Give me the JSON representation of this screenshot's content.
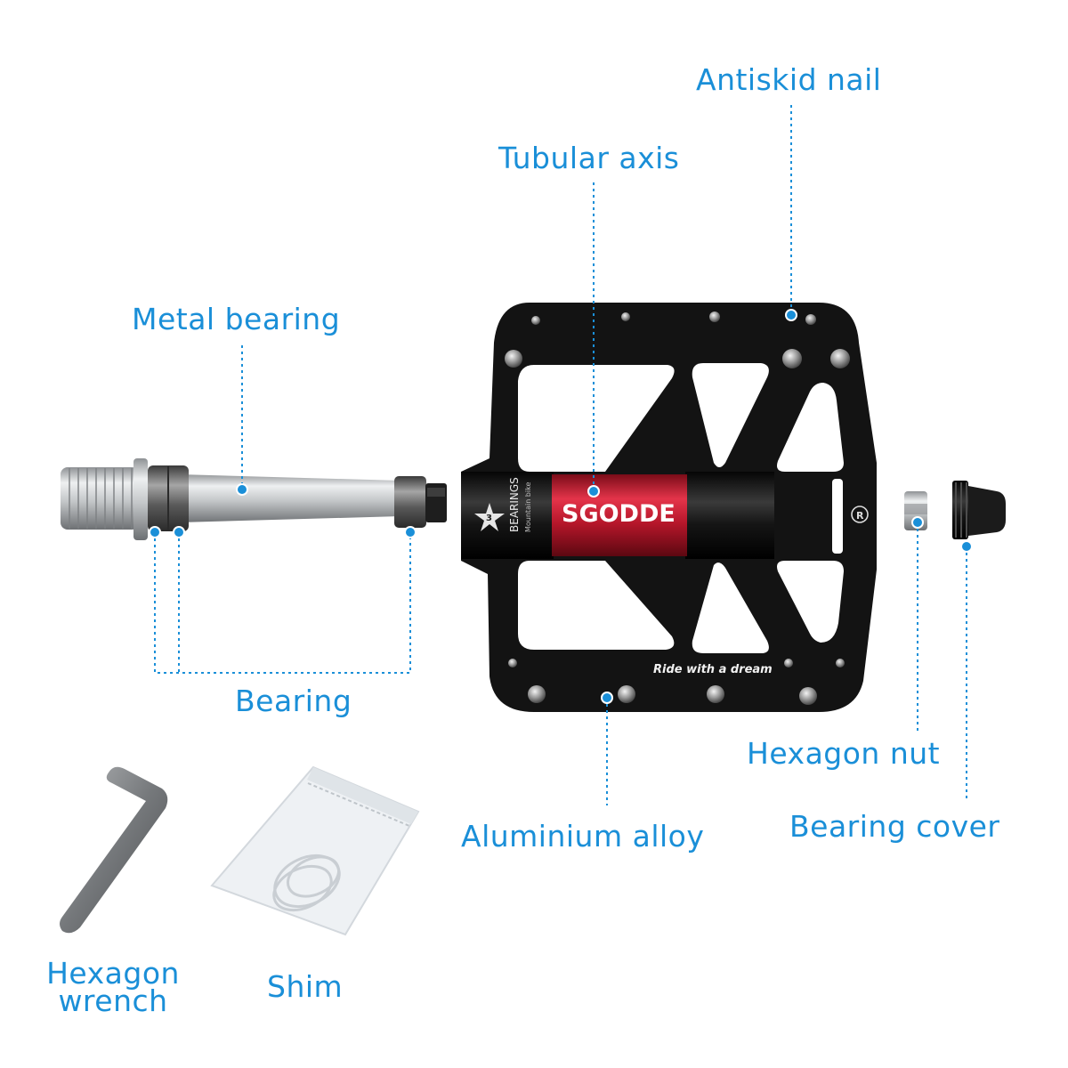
{
  "labels": {
    "antiskid_nail": "Antiskid nail",
    "tubular_axis": "Tubular axis",
    "metal_bearing": "Metal bearing",
    "bearing": "Bearing",
    "hexagon_nut": "Hexagon nut",
    "aluminium_alloy": "Aluminium alloy",
    "bearing_cover": "Bearing cover",
    "hexagon_wrench_line1": "Hexagon",
    "hexagon_wrench_line2": "wrench",
    "shim": "Shim"
  },
  "product": {
    "brand": "SGODDE",
    "slogan": "Ride with a dream",
    "bearings_count": "3",
    "bearings_text": "BEARINGS",
    "bearings_subtext": "Mountain bike"
  },
  "colors": {
    "label_blue": "#1a8fd8",
    "pedal_black": "#121212",
    "axle_red": "#c8182c",
    "spindle_silver": "#c9cbcd"
  },
  "icons": {
    "leader_dot": "blue-dot-icon",
    "registered_mark": "registered-mark-icon"
  }
}
